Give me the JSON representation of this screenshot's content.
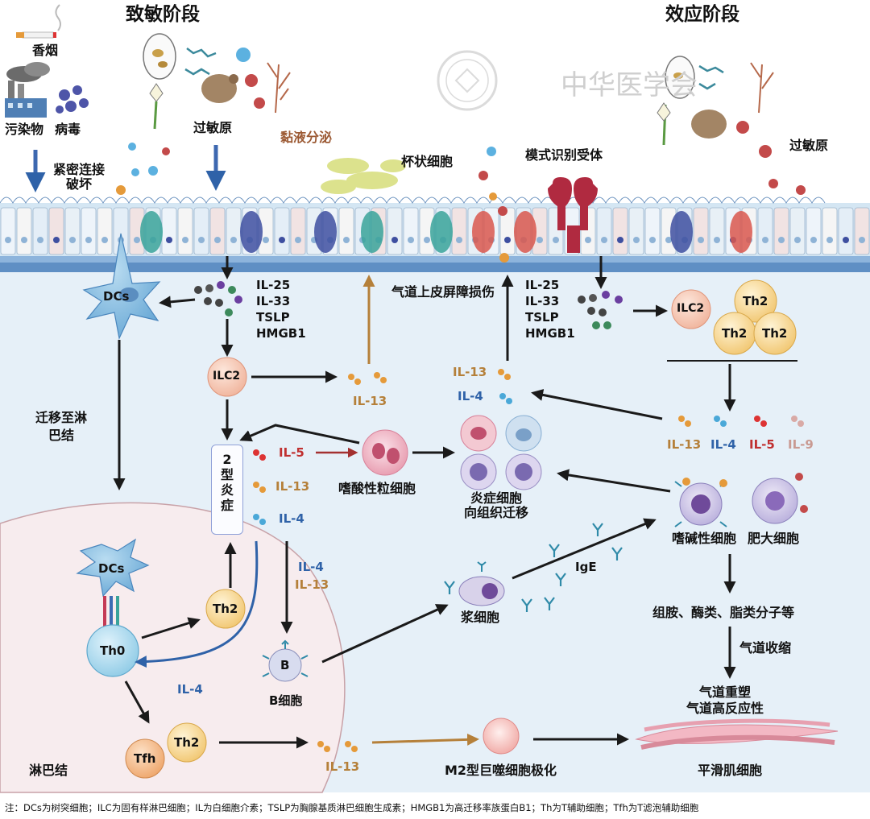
{
  "titles": {
    "sensitization": "致敏阶段",
    "effector": "效应阶段"
  },
  "triggers": {
    "tobacco": "香烟",
    "pollutants": "污染物",
    "virus": "病毒",
    "allergen_left": "过敏原",
    "allergen_right": "过敏原",
    "tight_junction": "紧密连接\n破坏"
  },
  "epithelium": {
    "mucus": "黏液分泌",
    "goblet": "杯状细胞",
    "prr": "模式识别受体",
    "barrier_damage": "气道上皮屏障损伤"
  },
  "cytokines_left": "IL-25\nIL-33\nTSLP\nHMGB1",
  "cytokines_right": "IL-25\nIL-33\nTSLP\nHMGB1",
  "cells": {
    "dcs_top": "DCs",
    "dcs_lymph": "DCs",
    "ilc2_left": "ILC2",
    "ilc2_right": "ILC2",
    "th2_cluster": "Th2",
    "th2_lymph": "Th2",
    "th2_tfh": "Th2",
    "th0": "Th0",
    "tfh": "Tfh",
    "b": "B",
    "b_cell": "B细胞",
    "eosinophil": "嗜酸性粒细胞",
    "inflammatory": "炎症细胞\n向组织迁移",
    "basophil": "嗜碱性细胞",
    "mast": "肥大细胞",
    "plasma": "浆细胞",
    "m2": "M2型巨噬细胞极化",
    "smooth_muscle": "平滑肌细胞"
  },
  "labels": {
    "migrate": "迁移至淋\n巴结",
    "lymph_node": "淋巴结",
    "type2": "2\n型\n炎\n症",
    "il13": "IL-13",
    "il4": "IL-4",
    "il5": "IL-5",
    "il9": "IL-9",
    "ige": "IgE",
    "mediators": "组胺、酶类、脂类分子等",
    "contraction": "气道收缩",
    "remodel": "气道重塑\n气道高反应性"
  },
  "note": "注：DCs为树突细胞；ILC为固有样淋巴细胞；IL为白细胞介素；TSLP为胸腺基质淋巴细胞生成素；HMGB1为高迁移率族蛋白B1；Th为T辅助细胞；Tfh为T滤泡辅助细胞",
  "watermark": "中华医学会",
  "colors": {
    "tissue": "#e6f0f8",
    "lymph": "#f7ecee",
    "arrow": "#1a1a1a",
    "gold_arrow": "#b5803a",
    "blue_arrow": "#2f62a8",
    "red_arrow": "#a33030"
  }
}
